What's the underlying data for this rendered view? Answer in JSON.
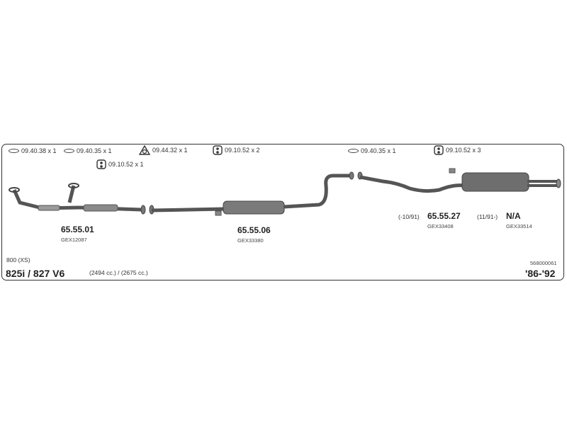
{
  "accessories": [
    {
      "code": "09.40.38 x 1",
      "icon": "ring-clamp-icon"
    },
    {
      "code": "09.40.35 x 1",
      "icon": "ring-clamp-icon"
    },
    {
      "code": "09.44.32 x 1",
      "icon": "flange-gasket-icon"
    },
    {
      "code": "09.10.52 x 2",
      "icon": "rubber-hanger-icon"
    },
    {
      "code": "09.10.52 x 1",
      "icon": "rubber-hanger-icon"
    },
    {
      "code": "09.40.35 x 1",
      "icon": "ring-clamp-icon"
    },
    {
      "code": "09.10.52 x 3",
      "icon": "rubber-hanger-icon"
    }
  ],
  "parts": [
    {
      "number": "65.55.01",
      "gex": "GEX12087"
    },
    {
      "number": "65.55.06",
      "gex": "GEX33380"
    },
    {
      "number": "65.55.27",
      "gex": "GEX33408",
      "note": "(-10/91)"
    },
    {
      "number": "N/A",
      "gex": "GEX33514",
      "note": "(11/91-)"
    }
  ],
  "vehicle": {
    "series": "800 (XS)",
    "model": "825i / 827 V6",
    "displacement": "(2494 cc.) / (2675 cc.)",
    "years": "'86-'92",
    "reference": "568000061"
  },
  "colors": {
    "frame": "#333333",
    "pipe": "#555555",
    "pipe_light": "#8a8a8a"
  }
}
